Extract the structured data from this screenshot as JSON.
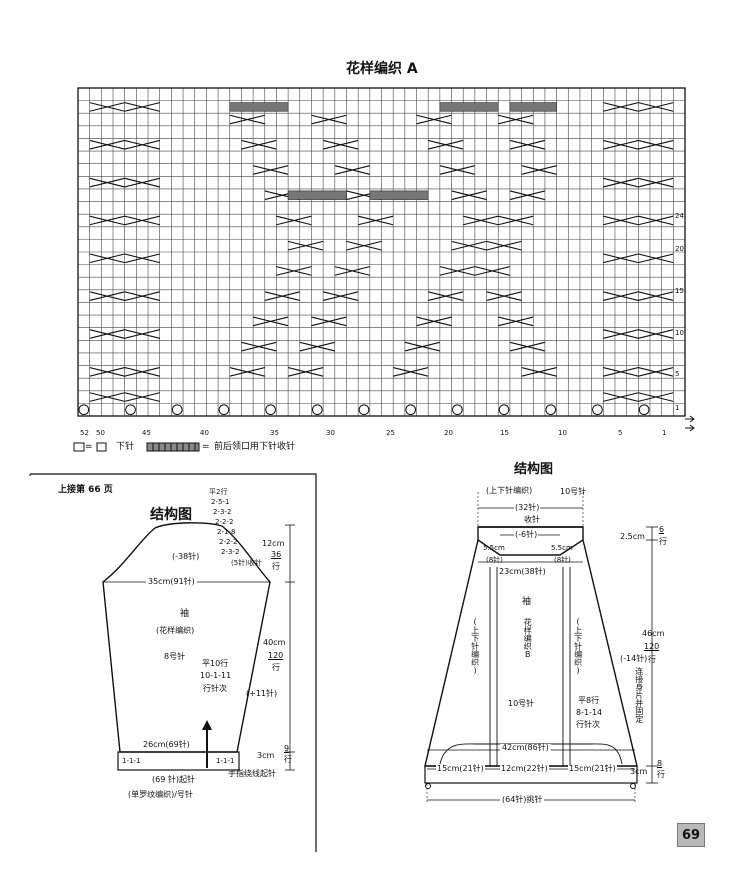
{
  "chart_a": {
    "title": "花样编织 A",
    "row_labels": [
      "1",
      "5",
      "10",
      "15",
      "20",
      "24"
    ],
    "col_labels": [
      "52",
      "50",
      "45",
      "40",
      "35",
      "30",
      "25",
      "20",
      "15",
      "10",
      "5",
      "1"
    ],
    "legend_knit": "下针",
    "legend_bindoff": "前后领口用下针收针",
    "legend_symbol_sep": "="
  },
  "left": {
    "continued": "上接第 66 页",
    "heading": "结构图",
    "decrease_lines": [
      "平2行",
      "2-5-1",
      "2-3-2",
      "2-2-2",
      "2-1-8",
      "2-2-2",
      "2-3-2",
      "(5针)收针"
    ],
    "top_sts": "(-38针)",
    "width_line": "35cm(91针)",
    "piece_name": "袖",
    "pattern": "(花样编织)",
    "needle": "8号针",
    "increase_lines": [
      "平10行",
      "10-1-11",
      "行针次"
    ],
    "plus_sts": "(+11针)",
    "bottom_line": "26cm(69针)",
    "cuff_marks": "1-1-1",
    "cast_on_sts": "(69 针)起针",
    "cast_on_method": "手指绕线起针",
    "rib_note": "(单罗纹编织)/号针",
    "dim_top_cm": "12cm",
    "dim_top_rows": "36",
    "dim_mid_cm": "40cm",
    "dim_mid_rows": "120",
    "dim_bot_cm": "3cm",
    "dim_bot_rows": "9",
    "row_unit": "行"
  },
  "right": {
    "heading": "结构图",
    "knit_note": "(上下针编织)",
    "needle_top": "10号针",
    "top_sts": "(32针)",
    "bindoff": "收针",
    "dec_sts": "(-6针)",
    "side_cm": "5.5cm",
    "side_sts": "(8针)",
    "width_line": "23cm(38针)",
    "piece_name": "袖",
    "pattern_vert": "花样编织B",
    "needle": "10号针",
    "side_knit_vert": "(上下针编织)",
    "dec_lines": [
      "平8行",
      "8-1-14",
      "行针次"
    ],
    "minus_sts": "(-14针)",
    "join_note": "连接身片并固定",
    "bottom_width": "42cm(86针)",
    "seg_left": "15cm(21针)",
    "seg_mid": "12cm(22针)",
    "seg_right": "15cm(21针)",
    "pick_up": "(64针)挑针",
    "dim_top_cm": "2.5cm",
    "dim_top_rows": "6",
    "dim_mid_cm": "46cm",
    "dim_mid_rows": "120",
    "dim_bot_cm": "3cm",
    "dim_bot_rows": "8",
    "row_unit": "行"
  },
  "page_number": "69"
}
